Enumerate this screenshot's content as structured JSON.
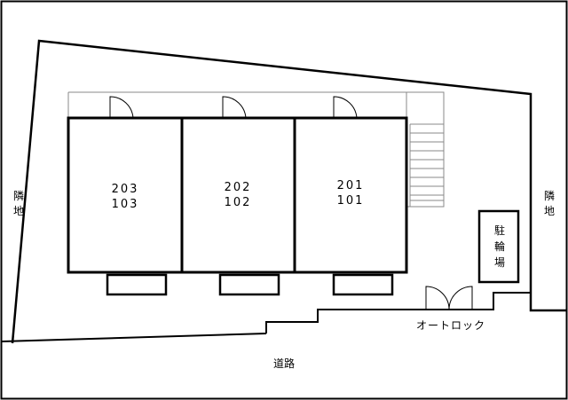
{
  "units": [
    {
      "upper": "203",
      "lower": "103"
    },
    {
      "upper": "202",
      "lower": "102"
    },
    {
      "upper": "201",
      "lower": "101"
    }
  ],
  "labels": {
    "left_neighbor_1": "隣",
    "left_neighbor_2": "地",
    "right_neighbor_1": "隣",
    "right_neighbor_2": "地",
    "bike_1": "駐",
    "bike_2": "輪",
    "bike_3": "場",
    "autolock": "オートロック",
    "road": "道路"
  }
}
